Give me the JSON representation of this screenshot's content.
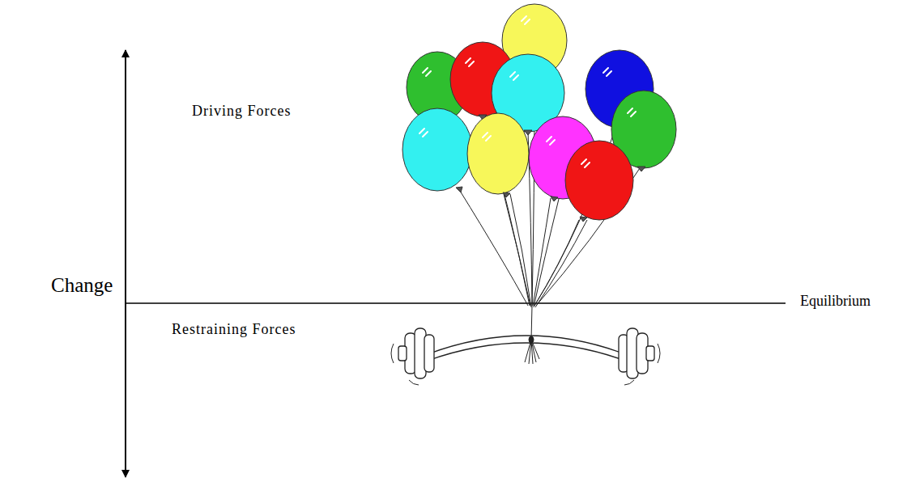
{
  "diagram": {
    "labels": [
      "Driving Forces",
      "Change",
      "Equilibrium",
      "Restraining Forces"
    ]
  }
}
